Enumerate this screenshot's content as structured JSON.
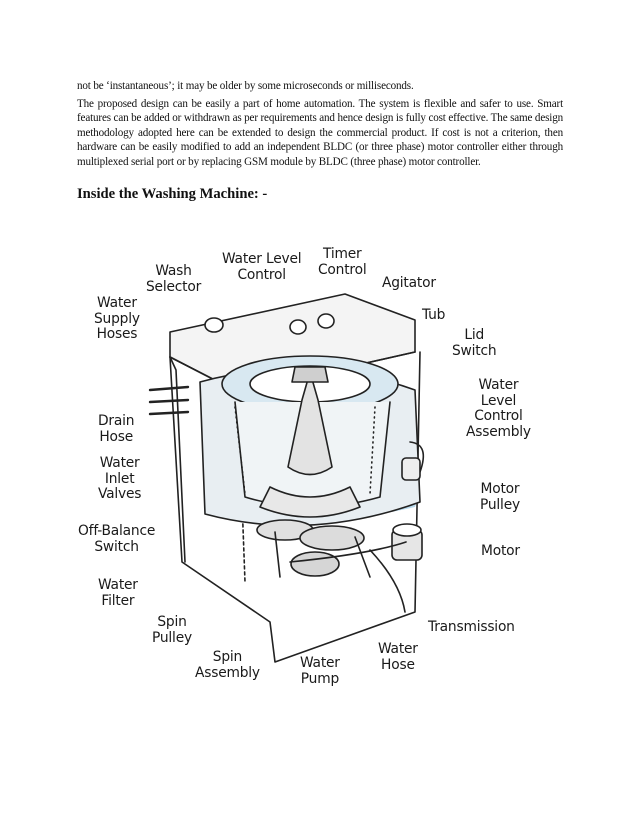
{
  "document": {
    "first_line": "not be ‘instantaneous’;  it may be older by some microseconds  or milliseconds.",
    "paragraph": "The proposed design  can be easily  a part of home automation.  The system is flexible  and safer to use. Smart features  can be added or withdrawn  as per requirements   and hence design is fully  cost effective.  The  same design methodology  adopted here can be extended  to design the commercial product.  If cost is not a criterion,  then hardware  can be easily  modified   to add an independent BLDC   (or three phase)  motor controller  either  through  multiplexed  serial port or by replacing GSM module   by BLDC (three  phase)  motor controller.",
    "heading": "Inside the Washing Machine: -"
  },
  "diagram": {
    "labels": {
      "wash_selector": "Wash\nSelector",
      "water_level_control": "Water Level\nControl",
      "timer_control": "Timer\nControl",
      "agitator": "Agitator",
      "water_supply_hoses": "Water\nSupply\nHoses",
      "tub": "Tub",
      "lid_switch": "Lid\nSwitch",
      "water_level_control_assembly": "Water\nLevel\nControl\nAssembly",
      "drain_hose": "Drain\nHose",
      "water_inlet_valves": "Water\nInlet\nValves",
      "motor_pulley": "Motor\nPulley",
      "off_balance_switch": "Off-Balance\nSwitch",
      "motor": "Motor",
      "water_filter": "Water\nFilter",
      "spin_pulley": "Spin\nPulley",
      "transmission": "Transmission",
      "spin_assembly": "Spin\nAssembly",
      "water_pump": "Water\nPump",
      "water_hose": "Water\nHose"
    }
  }
}
